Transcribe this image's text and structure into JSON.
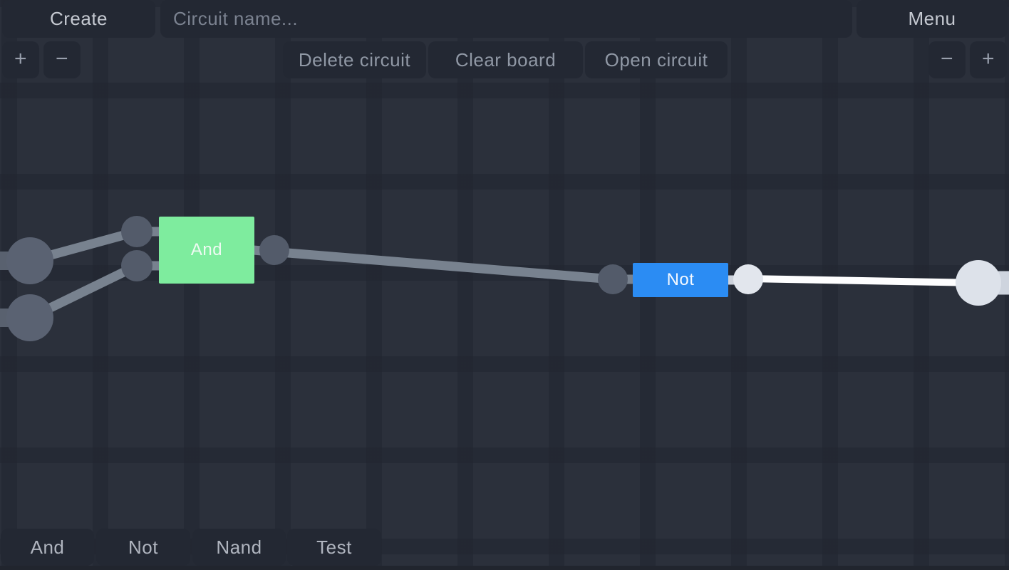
{
  "header": {
    "create_button": "Create",
    "circuit_name_placeholder": "Circuit name...",
    "menu_button": "Menu"
  },
  "toolbar": {
    "zoom_in": "+",
    "zoom_out": "−",
    "delete_circuit": "Delete circuit",
    "clear_board": "Clear board",
    "open_circuit": "Open circuit"
  },
  "palette": {
    "items": [
      {
        "label": "And"
      },
      {
        "label": "Not"
      },
      {
        "label": "Nand"
      },
      {
        "label": "Test"
      }
    ]
  },
  "canvas": {
    "gates": [
      {
        "label": "And",
        "color": "#7eec9e"
      },
      {
        "label": "Not",
        "color": "#2b8cf3"
      }
    ],
    "colors": {
      "wire_inactive": "#78828f",
      "wire_active": "#fdfdfe",
      "node_inactive": "#535b6a",
      "node_active": "#e2e6ed",
      "input_pin": "#5a6272",
      "input_pin_stub": "#59616f",
      "output_pin": "#dde2ea",
      "output_pin_stub": "#ced4de"
    }
  }
}
